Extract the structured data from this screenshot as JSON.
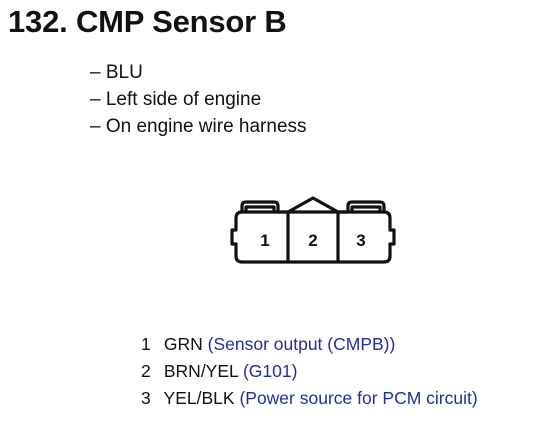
{
  "title": "132. CMP Sensor B",
  "details": [
    "– BLU",
    "– Left side of engine",
    "– On engine wire harness"
  ],
  "connector": {
    "terminals": [
      "1",
      "2",
      "3"
    ]
  },
  "pins": [
    {
      "num": "1",
      "wire": "GRN",
      "desc": "(Sensor output (CMPB))"
    },
    {
      "num": "2",
      "wire": "BRN/YEL",
      "desc": "(G101)"
    },
    {
      "num": "3",
      "wire": "YEL/BLK",
      "desc": "(Power source for PCM circuit)"
    }
  ],
  "colors": {
    "text": "#111111",
    "description": "#1f2fa0"
  }
}
